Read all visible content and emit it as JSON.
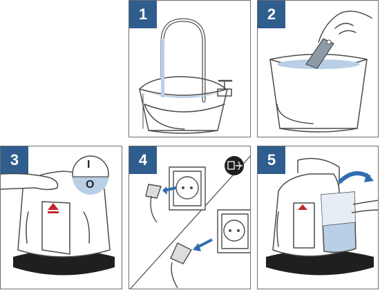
{
  "colors": {
    "badge": "#2f5d8e",
    "line": "#4a4a4a",
    "water": "#b9cfe6",
    "arrow": "#2f6db0",
    "logo_red": "#c0272d",
    "base": "#1f1f1f"
  },
  "steps": [
    {
      "number": "1"
    },
    {
      "number": "2"
    },
    {
      "number": "3"
    },
    {
      "number": "4"
    },
    {
      "number": "5"
    }
  ],
  "switch_symbols": {
    "on": "I",
    "off": "O"
  }
}
